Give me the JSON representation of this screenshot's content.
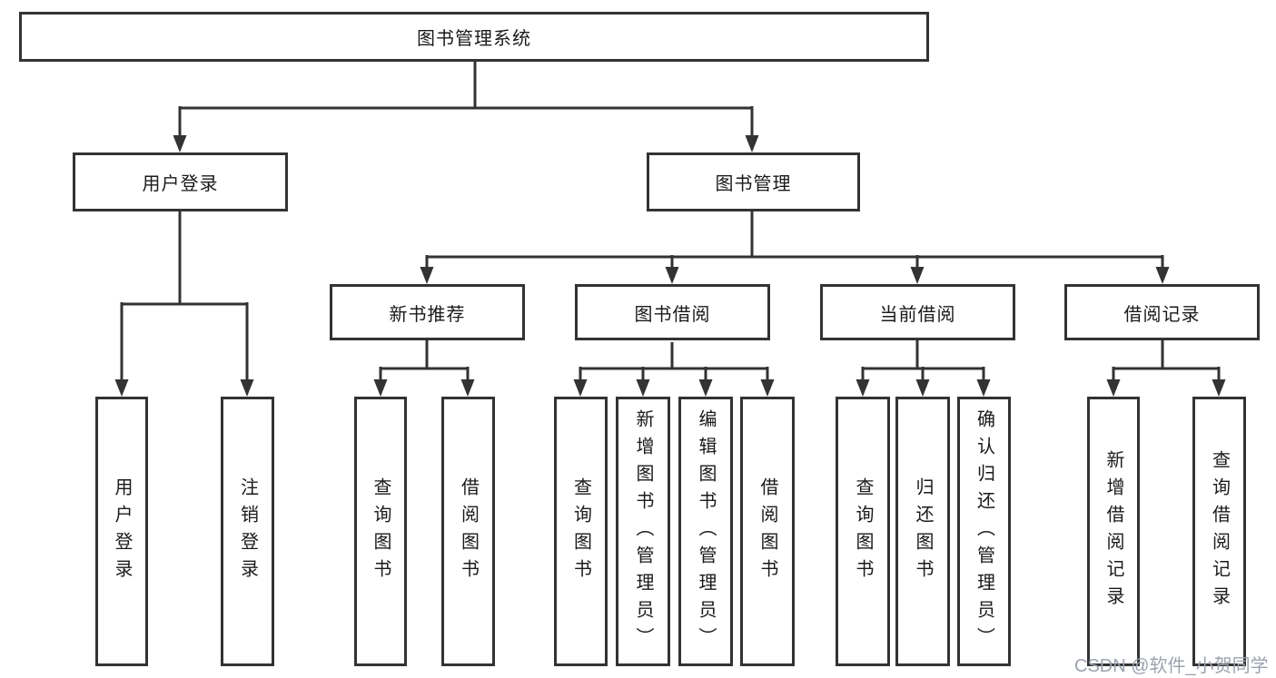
{
  "diagram": {
    "root": {
      "label": "图书管理系统"
    },
    "level2": {
      "user_login": {
        "label": "用户登录"
      },
      "book_management": {
        "label": "图书管理"
      }
    },
    "level3": {
      "new_book_recommend": {
        "label": "新书推荐"
      },
      "book_borrowing": {
        "label": "图书借阅"
      },
      "current_borrowing": {
        "label": "当前借阅"
      },
      "borrowing_records": {
        "label": "借阅记录"
      }
    },
    "leaves": {
      "user_login_action": {
        "label": "用户登录"
      },
      "logout": {
        "label": "注销登录"
      },
      "query_book_recommend": {
        "label": "查询图书"
      },
      "borrow_book_recommend": {
        "label": "借阅图书"
      },
      "query_book_borrowing": {
        "label": "查询图书"
      },
      "add_book_admin": {
        "label": "新增图书（管理员）"
      },
      "edit_book_admin": {
        "label": "编辑图书（管理员）"
      },
      "borrow_book_borrowing": {
        "label": "借阅图书"
      },
      "query_book_current": {
        "label": "查询图书"
      },
      "return_book": {
        "label": "归还图书"
      },
      "confirm_return_admin": {
        "label": "确认归还（管理员）"
      },
      "add_borrow_record": {
        "label": "新增借阅记录"
      },
      "query_borrow_record": {
        "label": "查询借阅记录"
      }
    }
  },
  "watermark": {
    "text": "CSDN @软件_小贺同学"
  },
  "colors": {
    "line": "#333333",
    "text": "#1a1a1a",
    "watermark": "#9ca3af",
    "background": "#ffffff"
  }
}
